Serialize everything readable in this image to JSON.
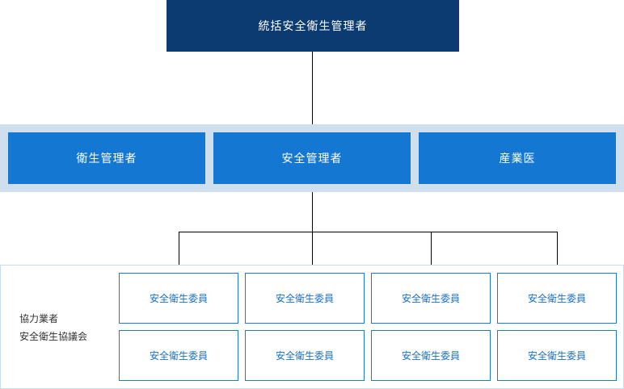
{
  "top": {
    "label": "統括安全衛生管理者"
  },
  "middle": [
    {
      "label": "衛生管理者"
    },
    {
      "label": "安全管理者"
    },
    {
      "label": "産業医"
    }
  ],
  "council": {
    "line1": "協力業者",
    "line2": "安全衛生協議会"
  },
  "members": [
    {
      "label": "安全衛生委員"
    },
    {
      "label": "安全衛生委員"
    },
    {
      "label": "安全衛生委員"
    },
    {
      "label": "安全衛生委員"
    },
    {
      "label": "安全衛生委員"
    },
    {
      "label": "安全衛生委員"
    },
    {
      "label": "安全衛生委員"
    },
    {
      "label": "安全衛生委員"
    }
  ],
  "colors": {
    "top_box": "#0b3b70",
    "middle_box": "#1477d2",
    "middle_band": "#cfdfee",
    "member_border": "#1a7bd2",
    "connector": "#000000"
  }
}
